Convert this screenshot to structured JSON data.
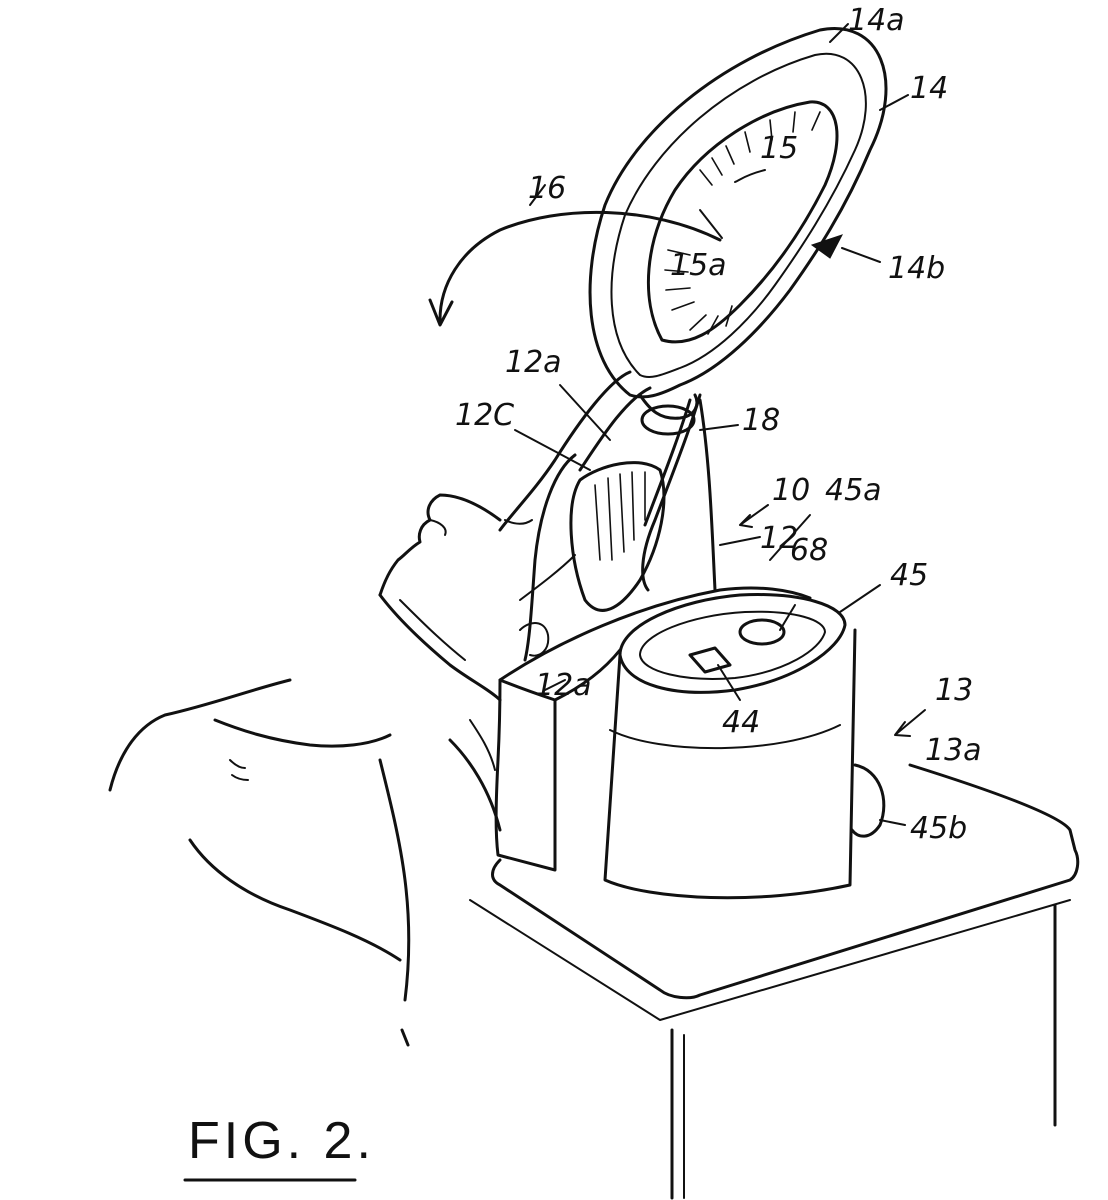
{
  "figure": {
    "caption": "FIG. 2.",
    "labels": {
      "l14a": "14a",
      "l14": "14",
      "l15": "15",
      "l16": "16",
      "l14b": "14b",
      "l15a": "15a",
      "l12a_top": "12a",
      "l12c": "12C",
      "l18": "18",
      "l10": "10",
      "l45a": "45a",
      "l12": "12",
      "l68": "68",
      "l45": "45",
      "l12a_bottom": "12a",
      "l44": "44",
      "l13": "13",
      "l13a": "13a",
      "l45b": "45b"
    }
  }
}
